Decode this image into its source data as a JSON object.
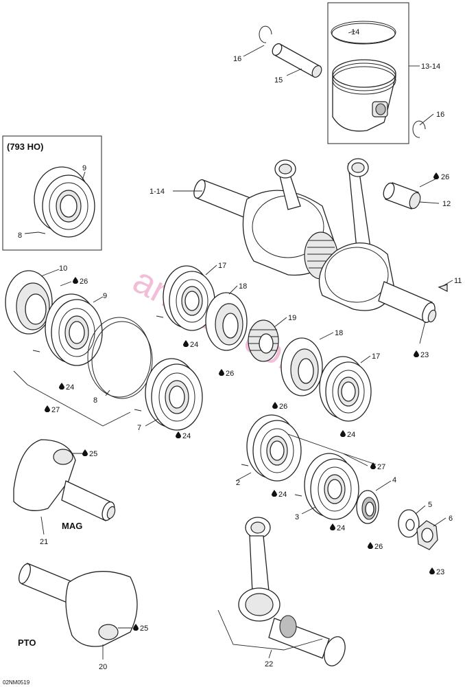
{
  "diagram_code": "02NM0519",
  "watermark": "arnada.co.ru",
  "inset_title": "(793 HO)",
  "side_labels": {
    "mag": "MAG",
    "pto": "PTO"
  },
  "callouts": {
    "c14": "14",
    "c16a": "16",
    "c15": "15",
    "c13_14": "13-14",
    "c16b": "16",
    "c9a": "9",
    "c8a": "8",
    "c1_14": "1-14",
    "c26a": "26",
    "c12": "12",
    "c11": "11",
    "c10": "10",
    "c26b": "26",
    "c9b": "9",
    "c17a": "17",
    "c18a": "18",
    "c19": "19",
    "c24a": "24",
    "c24b": "24",
    "c8b": "8",
    "c27a": "27",
    "c26c": "26",
    "c18b": "18",
    "c23a": "23",
    "c17b": "17",
    "c7": "7",
    "c24c": "24",
    "c26d": "26",
    "c24d": "24",
    "c25a": "25",
    "c27b": "27",
    "c2": "2",
    "c4": "4",
    "c24e": "24",
    "c3": "3",
    "c5": "5",
    "c6": "6",
    "c24f": "24",
    "c26e": "26",
    "c21": "21",
    "c23b": "23",
    "c25b": "25",
    "c20": "20",
    "c22": "22"
  },
  "icons": {
    "lubricant": "drop-icon"
  }
}
